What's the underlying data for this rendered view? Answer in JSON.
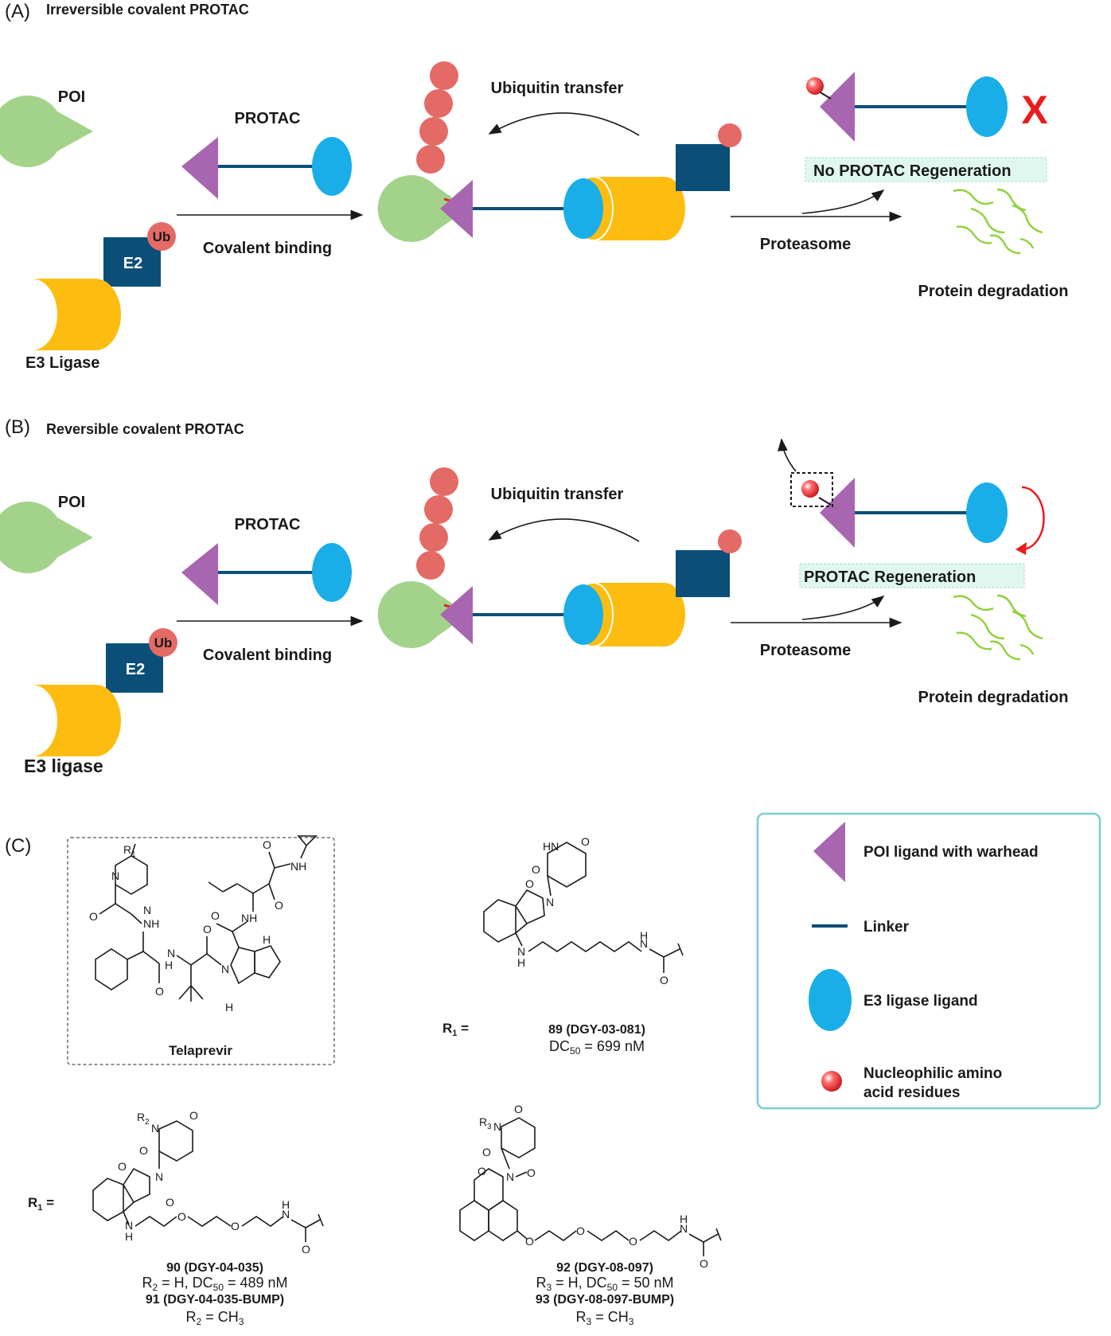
{
  "panel_a": {
    "tag": "(A)",
    "title": "Irreversible covalent PROTAC",
    "poi": "POI",
    "protac": "PROTAC",
    "e2": "E2",
    "ub": "Ub",
    "e3": "E3 Ligase",
    "covalent_binding": "Covalent binding",
    "ubiquitin_transfer": "Ubiquitin transfer",
    "proteasome": "Proteasome",
    "regeneration": "No PROTAC Regeneration",
    "cross": "X",
    "degradation": "Protein degradation"
  },
  "panel_b": {
    "tag": "(B)",
    "title": "Reversible covalent PROTAC",
    "poi": "POI",
    "protac": "PROTAC",
    "e2": "E2",
    "ub": "Ub",
    "e3": "E3 ligase",
    "covalent_binding": "Covalent binding",
    "ubiquitin_transfer": "Ubiquitin transfer",
    "proteasome": "Proteasome",
    "regeneration": "PROTAC Regeneration",
    "degradation": "Protein degradation"
  },
  "panel_c": {
    "tag": "(C)",
    "telaprevir": "Telaprevir",
    "r1_label": "R",
    "r1_sub": "1",
    "equals": " =",
    "compounds": {
      "c89": {
        "name": "89 (DGY-03-081)",
        "dc_prefix": "DC",
        "dc_sub": "50",
        "dc_value": " = 699 nM"
      },
      "c90": {
        "name": "90 (DGY-04-035)",
        "r_label": "R",
        "r_sub": "2",
        "detail_a": " = H, DC",
        "dc_sub": "50",
        "detail_b": " = 489 nM"
      },
      "c91": {
        "name": "91 (DGY-04-035-BUMP)",
        "r_label": "R",
        "r_sub": "2",
        "detail": " = CH",
        "ch_sub": "3"
      },
      "c92": {
        "name": "92 (DGY-08-097)",
        "r_label": "R",
        "r_sub": "3",
        "detail_a": " = H, DC",
        "dc_sub": "50",
        "detail_b": " = 50 nM"
      },
      "c93": {
        "name": "93 (DGY-08-097-BUMP)",
        "r_label": "R",
        "r_sub": "3",
        "detail": " = CH",
        "ch_sub": "3"
      }
    }
  },
  "legend": {
    "poi_ligand": "POI ligand with warhead",
    "linker": "Linker",
    "e3_ligand": "E3 ligase ligand",
    "nucleophile_line1": "Nucleophilic amino",
    "nucleophile_line2": "acid residues"
  },
  "atoms": {
    "N": "N",
    "NH": "NH",
    "HN": "HN",
    "H": "H",
    "O": "O",
    "R": "R",
    "one": "1",
    "two": "2",
    "three": "3"
  },
  "colors": {
    "poi_green": "#a3d38a",
    "protac_purple": "#a865b0",
    "e3_ligand_blue": "#1aaee8",
    "linker_navy": "#0b4f79",
    "e3_yellow": "#fdbd10",
    "e2_navy": "#0b4f79",
    "ubiquitin_red": "#e46a66",
    "cross_red": "#ea1c1c",
    "regen_box": "#e0f7f0",
    "legend_border": "#7ccdd4",
    "degradation_green": "#8fd13a"
  }
}
